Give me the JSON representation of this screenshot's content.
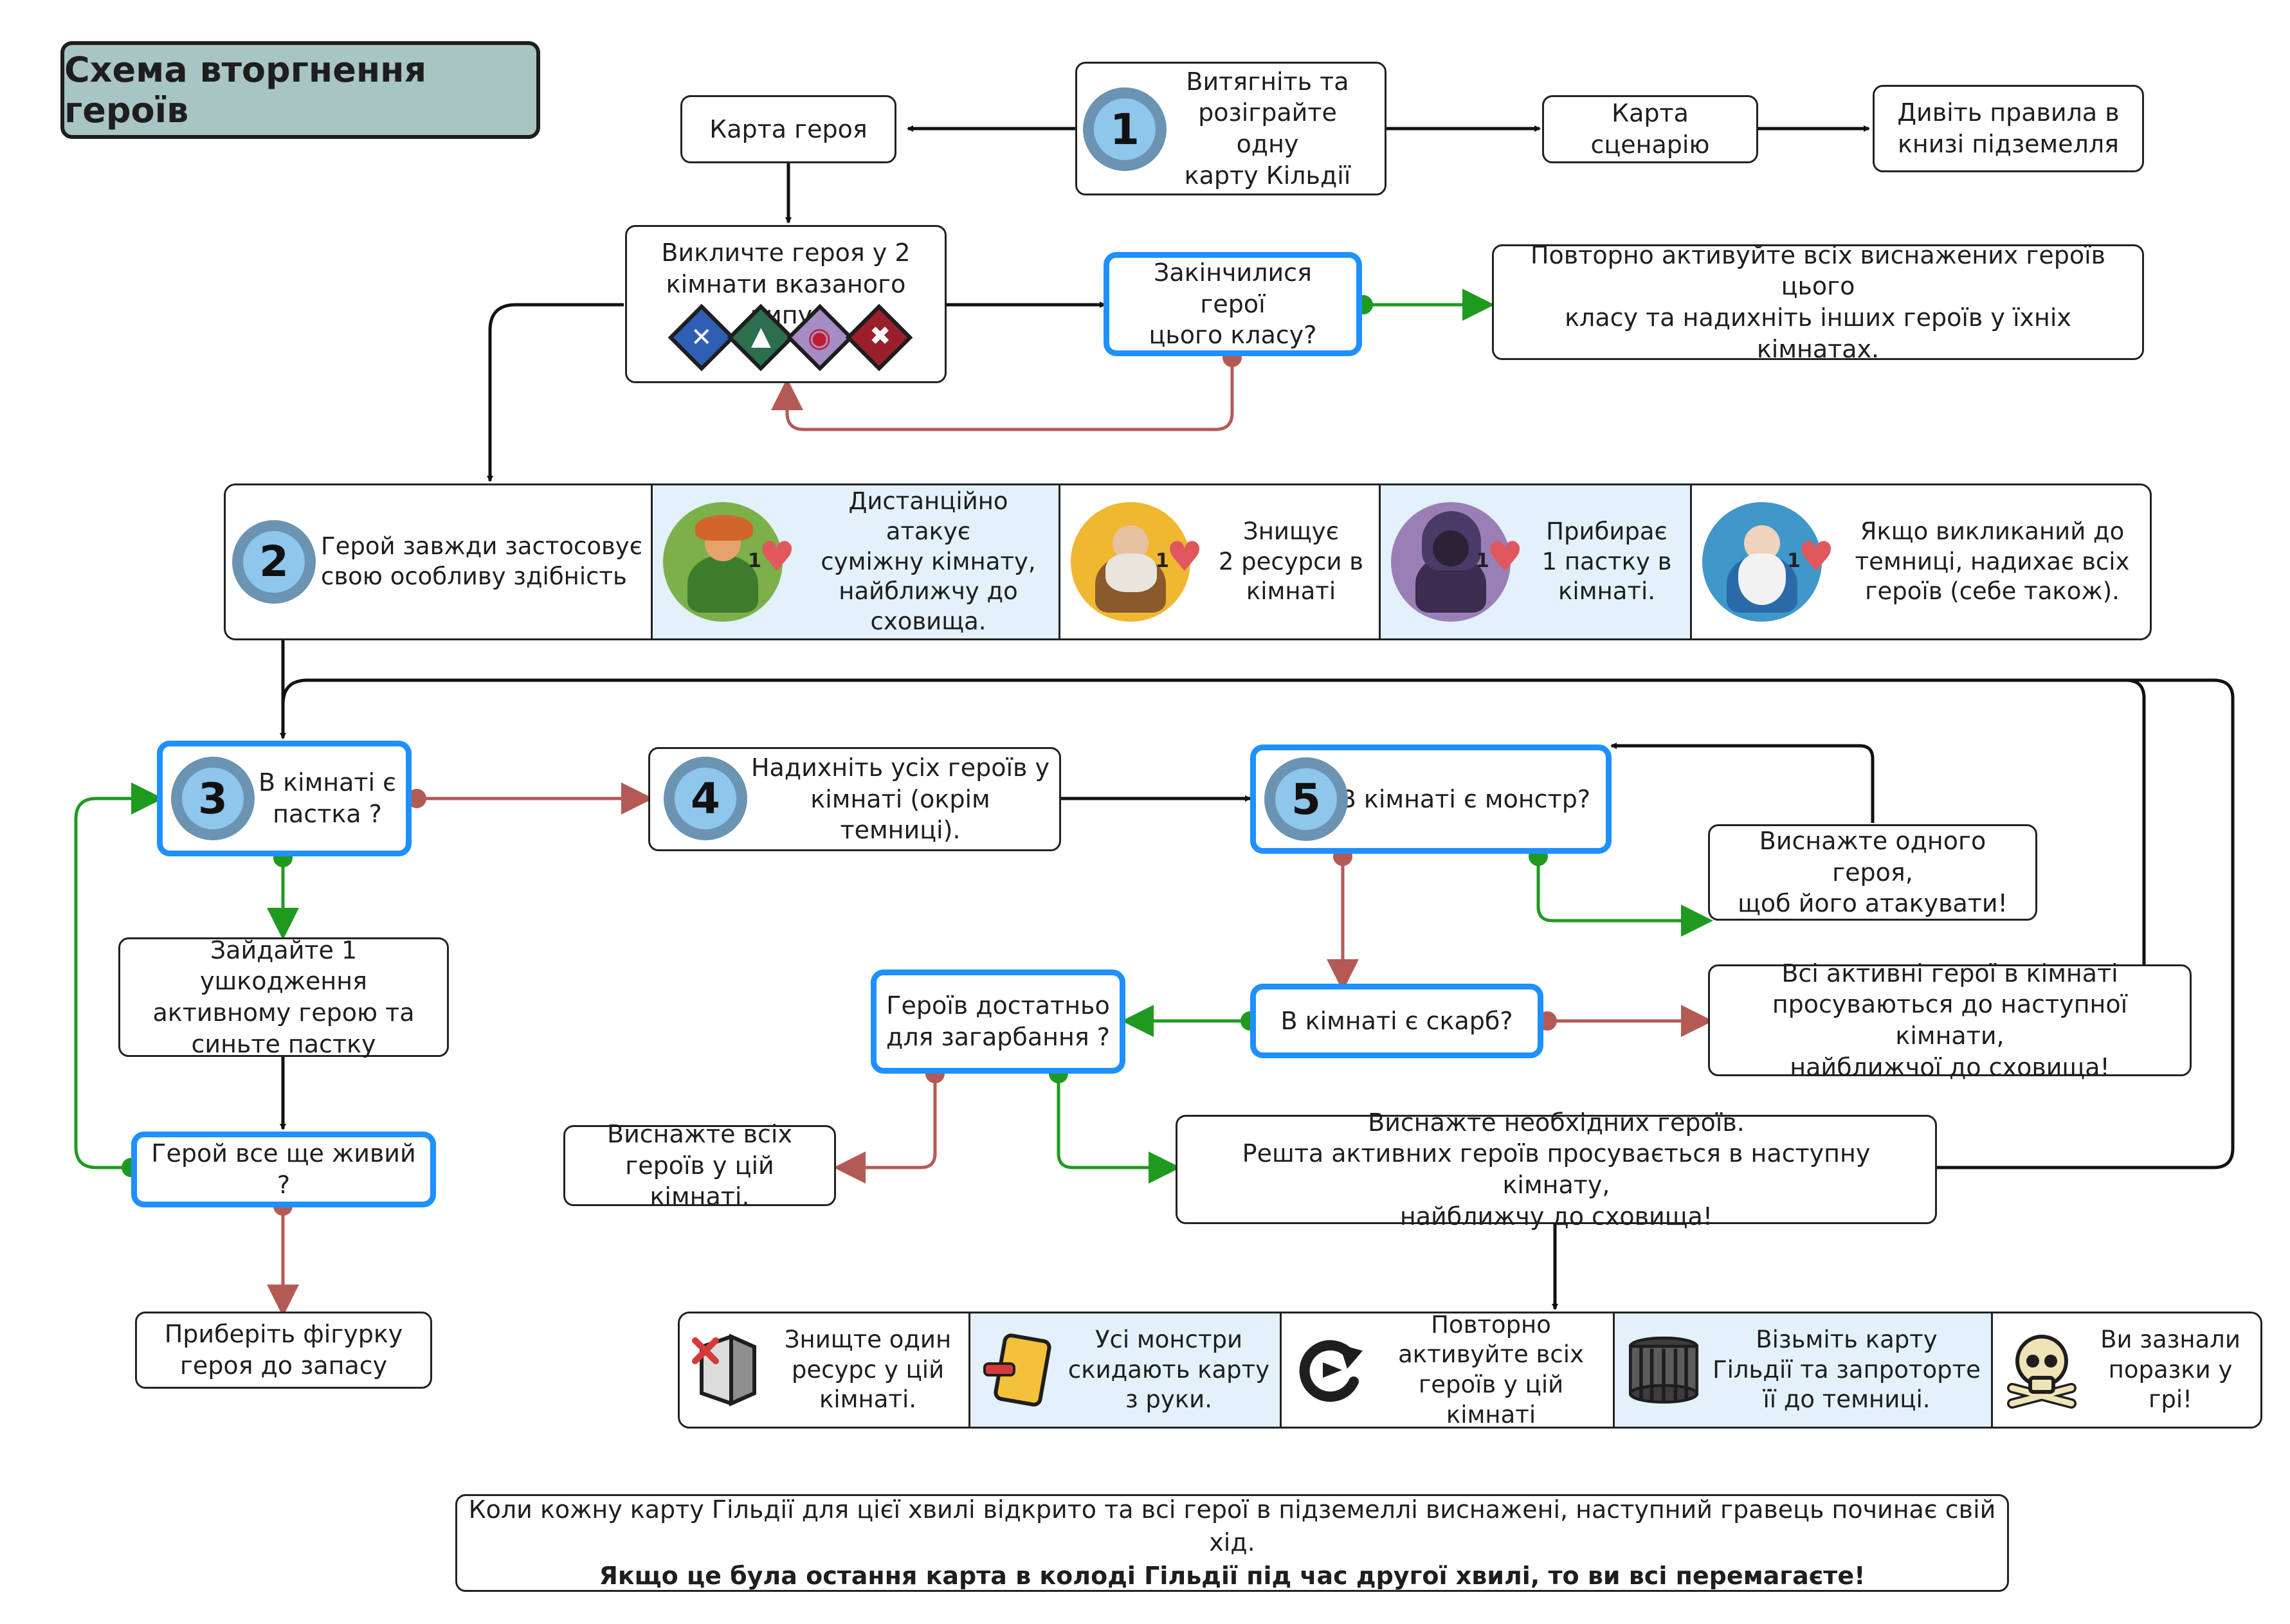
{
  "title": "Схема вторгнення героїв",
  "step_numbers": [
    "1",
    "2",
    "3",
    "4",
    "5"
  ],
  "step1": {
    "draw": [
      "Витягніть та",
      "розіграйте одну",
      "карту Кільдії"
    ],
    "hero_card": "Карта героя",
    "scenario_card": "Карта сценарію",
    "see_rules": [
      "Дивіть правила в",
      "книзі підземелля"
    ]
  },
  "summon": {
    "text": [
      "Викличте героя у 2",
      "кімнати вказаного типу."
    ],
    "room_icons": [
      "sword-class-icon",
      "magic-class-icon",
      "eye-class-icon",
      "skull-class-icon"
    ],
    "out_of_heroes": [
      "Закінчилися герої",
      "цього класу?"
    ],
    "reactivate": [
      "Повторно активуйте всіх виснажених героїв цього",
      "класу та надихніть інших героїв у їхніх кімнатах."
    ]
  },
  "abilities": {
    "intro": [
      "Герой завжди застосовує",
      "свою особливу здібність"
    ],
    "items": [
      {
        "icon": "archer-hero-icon",
        "hp": "1",
        "text": [
          "Дистанційно атакує",
          "суміжну кімнату,",
          "найближчу до",
          "сховища."
        ]
      },
      {
        "icon": "dwarf-hero-icon",
        "hp": "1",
        "text": [
          "Знищує",
          "2 ресурси в",
          "кімнаті"
        ]
      },
      {
        "icon": "rogue-hero-icon",
        "hp": "1",
        "text": [
          "Прибирає",
          "1 пастку в",
          "кімнаті."
        ]
      },
      {
        "icon": "wizard-hero-icon",
        "hp": "1",
        "text": [
          "Якщо викликаний до",
          "темниці, надихає всіх",
          "героїв (себе також)."
        ]
      }
    ]
  },
  "trap_flow": {
    "trap_question": [
      "В кімнаті є",
      "пастка ?"
    ],
    "take_damage": [
      "Зайдайте 1 ушкодження",
      "активному герою та",
      "синьте пастку"
    ],
    "hero_alive": "Герой все ще живий ?",
    "remove_figure": [
      "Приберіть фігурку",
      "героя до запасу"
    ]
  },
  "inspire": [
    "Надихніть усіх героїв у",
    "кімнаті (окрім темниці)."
  ],
  "monster_flow": {
    "monster_question": "В кімнаті є монстр?",
    "exhaust_one": [
      "Виснажте одного героя,",
      "щоб його атакувати!"
    ],
    "treasure_question": "В кімнаті є скарб?",
    "advance_all": [
      "Всі активні герої в кімнаті",
      "просуваються до наступної кімнати,",
      "найближчої до сховища!"
    ],
    "enough_heroes": [
      "Героїв достатньо",
      "для загарбання ?"
    ],
    "exhaust_all": [
      "Виснажте всіх",
      "героїв у цій кімнаті."
    ],
    "exhaust_needed": [
      "Виснажте необхідних героїв.",
      "Решта активних героїв просувається в наступну кімнату,",
      "найближчу до сховища!"
    ]
  },
  "outcomes": [
    {
      "icon": "destroy-resource-icon",
      "text": [
        "Знищте один",
        "ресурс у цій",
        "кімнаті."
      ]
    },
    {
      "icon": "discard-card-icon",
      "text": [
        "Усі монстри",
        "скидають карту",
        "з руки."
      ]
    },
    {
      "icon": "reactivate-icon",
      "text": [
        "Повторно",
        "активуйте всіх",
        "героїв у цій кімнаті"
      ]
    },
    {
      "icon": "dungeon-cage-icon",
      "text": [
        "Візьміть карту",
        "Гільдії та запроторте",
        "її до темниці."
      ]
    },
    {
      "icon": "skull-crossbones-icon",
      "text": [
        "Ви зазнали",
        "поразки у",
        "грі!"
      ]
    }
  ],
  "footer": {
    "line1": "Коли кожну карту Гільдії для цієї хвилі відкрито та всі герої в підземеллі виснажені, наступний гравець починає свій хід.",
    "line2": "Якщо це була остання карта в колоді Гільдії під час другої хвилі, то ви всі перемагаєте!"
  },
  "colors": {
    "yes_path": "#1f9a1f",
    "no_path": "#b45a55",
    "flow_path": "#111111",
    "decision_border": "#1e90ff",
    "title_fill": "#a8c5c3",
    "highlight_cell": "#e3f1fb",
    "number_badge": "#8ec6ec"
  }
}
